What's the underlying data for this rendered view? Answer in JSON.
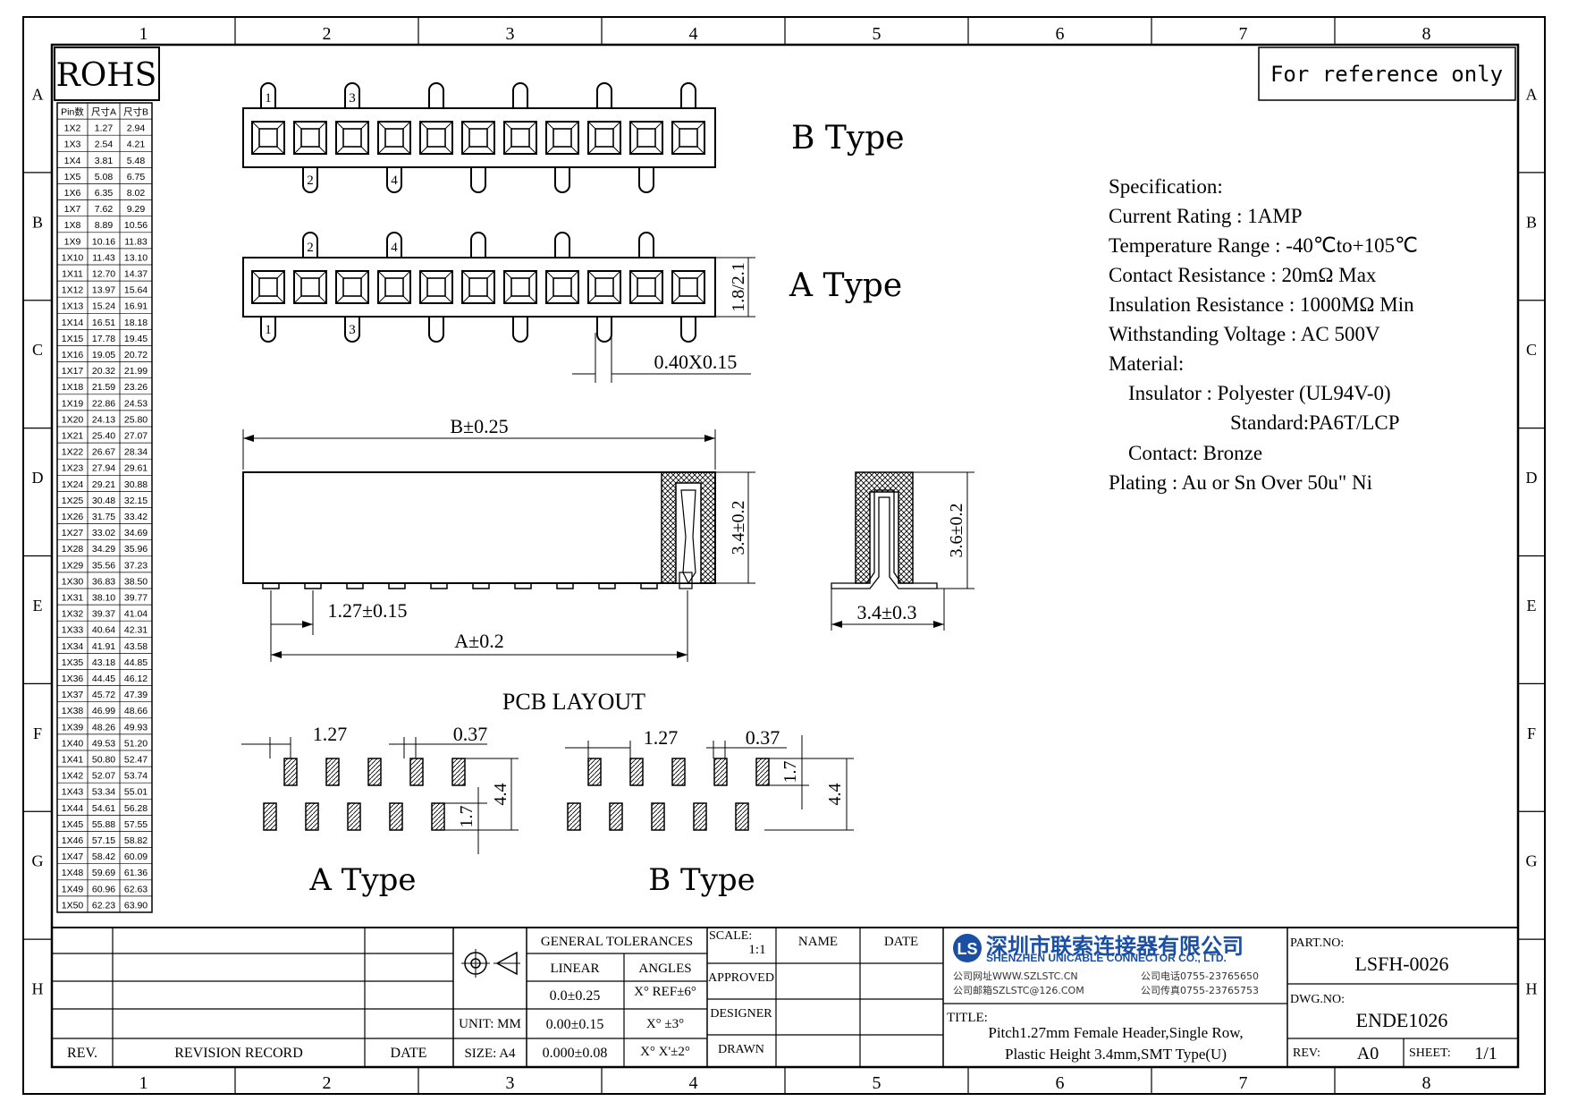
{
  "grid": {
    "cols": [
      "1",
      "2",
      "3",
      "4",
      "5",
      "6",
      "7",
      "8"
    ],
    "rows": [
      "A",
      "B",
      "C",
      "D",
      "E",
      "F",
      "G",
      "H"
    ]
  },
  "rohs": "ROHS",
  "ref_note": "For reference only",
  "pin_table": {
    "headers": [
      "Pin数",
      "尺寸A",
      "尺寸B"
    ],
    "rows": [
      [
        "1X2",
        "1.27",
        "2.94"
      ],
      [
        "1X3",
        "2.54",
        "4.21"
      ],
      [
        "1X4",
        "3.81",
        "5.48"
      ],
      [
        "1X5",
        "5.08",
        "6.75"
      ],
      [
        "1X6",
        "6.35",
        "8.02"
      ],
      [
        "1X7",
        "7.62",
        "9.29"
      ],
      [
        "1X8",
        "8.89",
        "10.56"
      ],
      [
        "1X9",
        "10.16",
        "11.83"
      ],
      [
        "1X10",
        "11.43",
        "13.10"
      ],
      [
        "1X11",
        "12.70",
        "14.37"
      ],
      [
        "1X12",
        "13.97",
        "15.64"
      ],
      [
        "1X13",
        "15.24",
        "16.91"
      ],
      [
        "1X14",
        "16.51",
        "18.18"
      ],
      [
        "1X15",
        "17.78",
        "19.45"
      ],
      [
        "1X16",
        "19.05",
        "20.72"
      ],
      [
        "1X17",
        "20.32",
        "21.99"
      ],
      [
        "1X18",
        "21.59",
        "23.26"
      ],
      [
        "1X19",
        "22.86",
        "24.53"
      ],
      [
        "1X20",
        "24.13",
        "25.80"
      ],
      [
        "1X21",
        "25.40",
        "27.07"
      ],
      [
        "1X22",
        "26.67",
        "28.34"
      ],
      [
        "1X23",
        "27.94",
        "29.61"
      ],
      [
        "1X24",
        "29.21",
        "30.88"
      ],
      [
        "1X25",
        "30.48",
        "32.15"
      ],
      [
        "1X26",
        "31.75",
        "33.42"
      ],
      [
        "1X27",
        "33.02",
        "34.69"
      ],
      [
        "1X28",
        "34.29",
        "35.96"
      ],
      [
        "1X29",
        "35.56",
        "37.23"
      ],
      [
        "1X30",
        "36.83",
        "38.50"
      ],
      [
        "1X31",
        "38.10",
        "39.77"
      ],
      [
        "1X32",
        "39.37",
        "41.04"
      ],
      [
        "1X33",
        "40.64",
        "42.31"
      ],
      [
        "1X34",
        "41.91",
        "43.58"
      ],
      [
        "1X35",
        "43.18",
        "44.85"
      ],
      [
        "1X36",
        "44.45",
        "46.12"
      ],
      [
        "1X37",
        "45.72",
        "47.39"
      ],
      [
        "1X38",
        "46.99",
        "48.66"
      ],
      [
        "1X39",
        "48.26",
        "49.93"
      ],
      [
        "1X40",
        "49.53",
        "51.20"
      ],
      [
        "1X41",
        "50.80",
        "52.47"
      ],
      [
        "1X42",
        "52.07",
        "53.74"
      ],
      [
        "1X43",
        "53.34",
        "55.01"
      ],
      [
        "1X44",
        "54.61",
        "56.28"
      ],
      [
        "1X45",
        "55.88",
        "57.55"
      ],
      [
        "1X46",
        "57.15",
        "58.82"
      ],
      [
        "1X47",
        "58.42",
        "60.09"
      ],
      [
        "1X48",
        "59.69",
        "61.36"
      ],
      [
        "1X49",
        "60.96",
        "62.63"
      ],
      [
        "1X50",
        "62.23",
        "63.90"
      ]
    ]
  },
  "b_type_label": "B Type",
  "a_type_label": "A Type",
  "pins_b_top": [
    "1",
    "3"
  ],
  "pins_b_bottom": [
    "2",
    "4"
  ],
  "pins_a_top": [
    "2",
    "4"
  ],
  "pins_a_bottom": [
    "1",
    "3"
  ],
  "dims": {
    "height_side": "1.8/2.1",
    "pin_size": "0.40X0.15",
    "b_len": "B±0.25",
    "pitch": "1.27±0.15",
    "a_len": "A±0.2",
    "h_34": "3.4±0.2",
    "h_36": "3.6±0.2",
    "w_34": "3.4±0.3"
  },
  "pcb": {
    "title": "PCB LAYOUT",
    "a_pitch": "1.27",
    "a_pad": "0.37",
    "a_h1": "1.7",
    "a_h2": "4.4",
    "a_label": "A Type",
    "b_pitch": "1.27",
    "b_pad": "0.37",
    "b_h1": "1.7",
    "b_h2": "4.4",
    "b_label": "B Type"
  },
  "spec": [
    "Specification:",
    "Current Rating : 1AMP",
    "Temperature Range : -40℃to+105℃",
    "Contact Resistance : 20mΩ Max",
    "Insulation Resistance : 1000MΩ Min",
    "Withstanding Voltage : AC 500V",
    "Material:",
    "Insulator : Polyester (UL94V-0)",
    "Standard:PA6T/LCP",
    "Contact: Bronze",
    "Plating : Au or Sn Over 50u\" Ni"
  ],
  "title_block": {
    "rev_hdr": "REV.",
    "record_hdr": "REVISION RECORD",
    "date_hdr": "DATE",
    "unit": "UNIT: MM",
    "size": "SIZE: A4",
    "gen_tol": "GENERAL TOLERANCES",
    "linear": "LINEAR",
    "angles": "ANGLES",
    "tol1": "0.0±0.25",
    "tol2": "0.00±0.15",
    "tol3": "0.000±0.08",
    "ang1": "X° REF±6°",
    "ang2": "X° ±3°",
    "ang3": "X° X'±2°",
    "scale_lbl": "SCALE:",
    "scale_val": "1:1",
    "name_hdr": "NAME",
    "date2_hdr": "DATE",
    "approved": "APPROVED",
    "designer": "DESIGNER",
    "drawn": "DRAWN",
    "company_cn": "深圳市联索连接器有限公司",
    "company_en": "SHENZHEN UNICABLE CONNECTOR CO., LTD.",
    "web": "公司网址WWW.SZLSTC.CN",
    "phone": "公司电话0755-23765650",
    "mail": "公司邮箱SZLSTC@126.COM",
    "fax": "公司传真0755-23765753",
    "title_lbl": "TITLE:",
    "title_l1": "Pitch1.27mm Female Header,Single Row,",
    "title_l2": "Plastic Height 3.4mm,SMT Type(U)",
    "part_lbl": "PART.NO:",
    "part_val": "LSFH-0026",
    "dwg_lbl": "DWG.NO:",
    "dwg_val": "ENDE1026",
    "rev_lbl": "REV:",
    "rev_val": "A0",
    "sheet_lbl": "SHEET:",
    "sheet_val": "1/1"
  }
}
